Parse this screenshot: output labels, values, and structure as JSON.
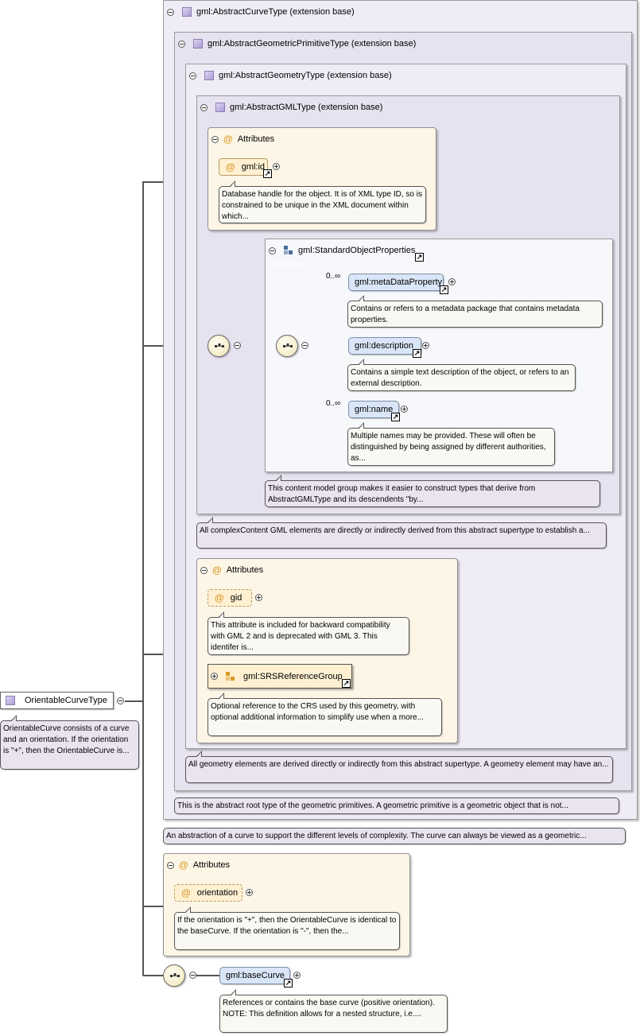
{
  "root": {
    "name": "OrientableCurveType",
    "doc": "OrientableCurve consists of a curve and an orientation. If the orientation is \"+\", then the OrientableCurve is..."
  },
  "ext_curve": {
    "label": "gml:AbstractCurveType (extension base)",
    "doc": "An abstraction of a curve to support the different levels of complexity. The curve can always be viewed as a geometric..."
  },
  "ext_primitive": {
    "label": "gml:AbstractGeometricPrimitiveType (extension base)",
    "doc": "This is the abstract root type of the geometric primitives. A geometric primitive is a geometric object that is not..."
  },
  "ext_geometry": {
    "label": "gml:AbstractGeometryType (extension base)",
    "doc": "All geometry elements are derived directly or indirectly from this abstract supertype. A geometry element may have an..."
  },
  "ext_gml": {
    "label": "gml:AbstractGMLType (extension base)",
    "doc": "All complexContent GML elements are directly or indirectly derived from this abstract supertype to establish a..."
  },
  "gml_attrs": {
    "title": "Attributes",
    "id_name": "gml:id",
    "id_doc": "Database handle for the object. It is of XML type ID, so is constrained to be unique in the XML document within which..."
  },
  "std_group": {
    "title": "gml:StandardObjectProperties",
    "doc": "This content model group makes it easier to construct types that derive from AbstractGMLType and its descendents \"by...",
    "elements": [
      {
        "name": "gml:metaDataProperty",
        "occurs": "0..∞",
        "doc": "Contains or refers to a metadata package that contains metadata properties."
      },
      {
        "name": "gml:description",
        "occurs": "",
        "doc": "Contains a simple text description of the object, or refers to an external description."
      },
      {
        "name": "gml:name",
        "occurs": "0..∞",
        "doc": "Multiple names may be provided. These will often be distinguished by being assigned by different authorities, as..."
      }
    ]
  },
  "geom_attrs": {
    "title": "Attributes",
    "gid_name": "gid",
    "gid_doc": "This attribute is included for backward compatibility with GML 2 and is deprecated with GML 3. This identifer is...",
    "srs_name": "gml:SRSReferenceGroup",
    "srs_doc": "Optional reference to the CRS used by this geometry, with optional additional information to simplify use when a more..."
  },
  "orient_attrs": {
    "title": "Attributes",
    "name": "orientation",
    "doc": "If the orientation is \"+\", then the OrientableCurve is identical to the baseCurve. If the orientation is \"-\", then the..."
  },
  "base_curve": {
    "name": "gml:baseCurve",
    "doc": "References or contains the base curve (positive orientation). NOTE: This definition allows for a nested structure, i.e...."
  },
  "icons": {
    "collapse": "minus-circle-icon",
    "expand": "plus-circle-icon",
    "type": "complex-type-icon",
    "attribute": "at-sign-icon",
    "sequence": "sequence-icon",
    "group": "model-group-icon",
    "attr_group": "attribute-group-icon",
    "jump": "jump-arrow-icon"
  },
  "colors": {
    "extension_fill": "#efecf6",
    "attributes_fill": "#fdf6e6",
    "element_fill": "#d8e6f7",
    "accent_at": "#d99b28"
  }
}
